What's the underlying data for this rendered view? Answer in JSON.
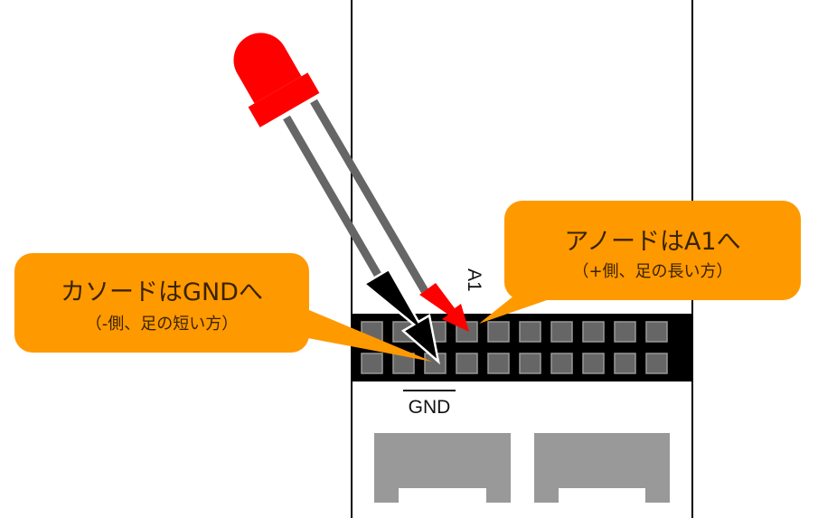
{
  "pins": {
    "a1_label": "A1",
    "gnd_label": "GND"
  },
  "callouts": {
    "anode": {
      "title": "アノードはA1へ",
      "subtitle": "（+側、足の長い方）"
    },
    "cathode": {
      "title": "カソードはGNDへ",
      "subtitle": "（-側、足の短い方）"
    }
  },
  "colors": {
    "callout_fill": "#ff9900",
    "led_red": "#ff0000",
    "header_black": "#000000",
    "pin_gray": "#666666",
    "connector_gray": "#999999",
    "cathode_arrow": "#000000",
    "anode_arrow": "#ff0000"
  },
  "icons": {
    "led": "red-led",
    "anode_arrow": "red-arrow",
    "cathode_arrow": "black-arrow"
  }
}
